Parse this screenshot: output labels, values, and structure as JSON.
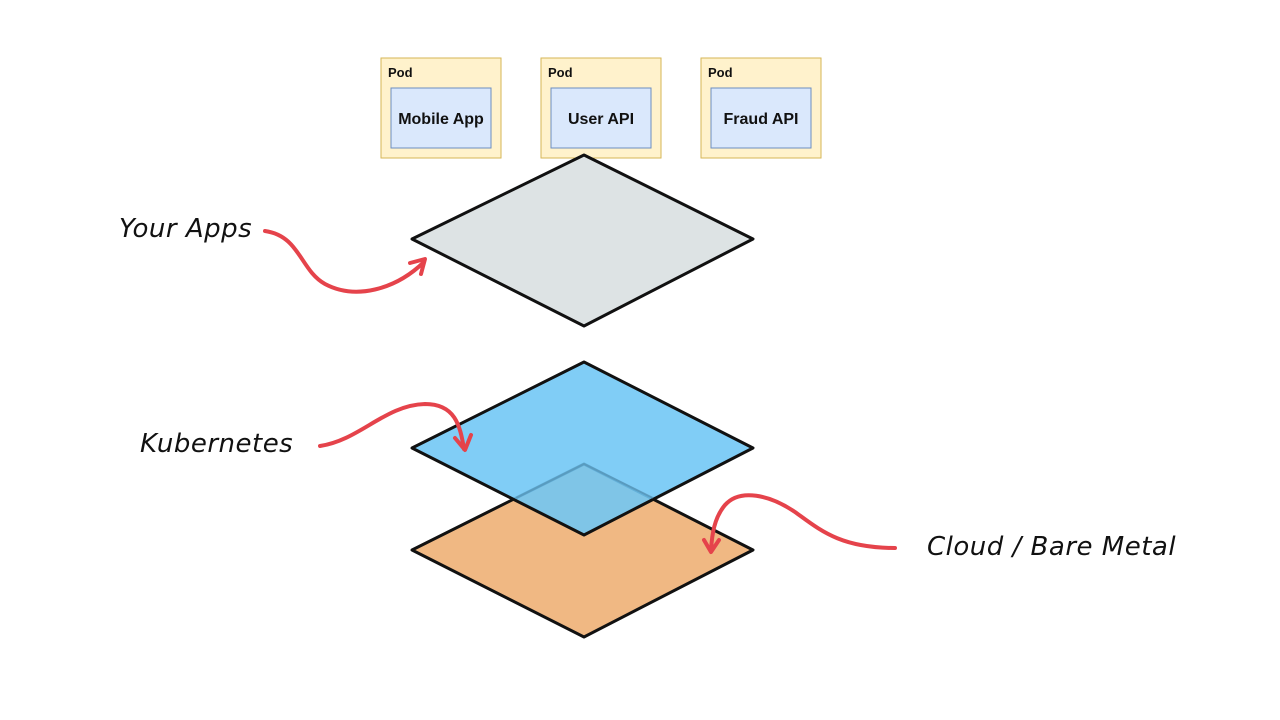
{
  "pods": [
    {
      "pod_label": "Pod",
      "app_label": "Mobile App"
    },
    {
      "pod_label": "Pod",
      "app_label": "User API"
    },
    {
      "pod_label": "Pod",
      "app_label": "Fraud API"
    }
  ],
  "layers": [
    {
      "name": "apps-layer",
      "fill": "#dde3e4"
    },
    {
      "name": "kubernetes-layer",
      "fill": "#6ec6f5"
    },
    {
      "name": "infrastructure-layer",
      "fill": "#f0b883"
    }
  ],
  "labels": {
    "apps": "Your Apps",
    "kubernetes": "Kubernetes",
    "infrastructure": "Cloud / Bare Metal"
  },
  "colors": {
    "pod_fill": "#fff2cc",
    "pod_stroke": "#d6b656",
    "app_fill": "#dae8fc",
    "app_stroke": "#6c8ebf",
    "arrow": "#e5434b",
    "outline": "#111111"
  }
}
